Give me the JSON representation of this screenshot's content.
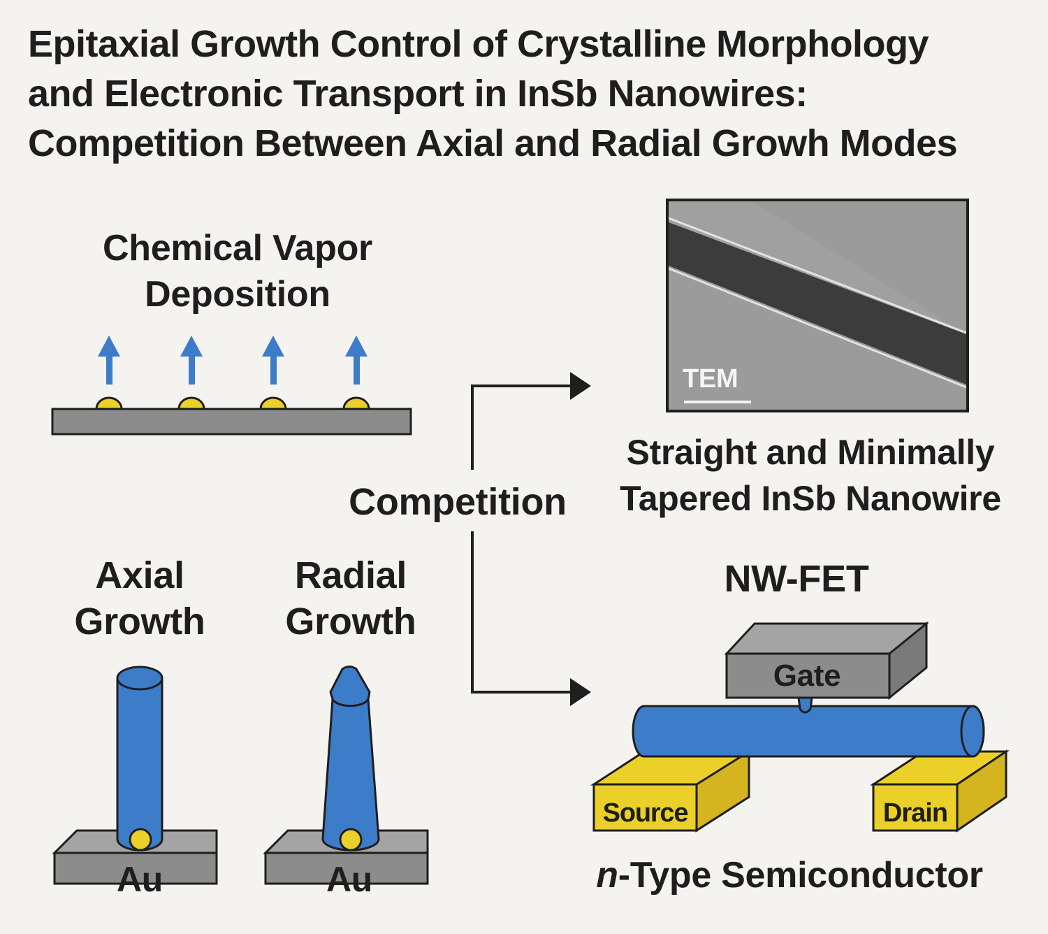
{
  "title": {
    "line1": "Epitaxial Growth Control of Crystalline Morphology",
    "line2": "and Electronic Transport in InSb Nanowires:",
    "line3": "Competition Between Axial and Radial Growh Modes"
  },
  "cvd": {
    "line1": "Chemical Vapor",
    "line2": "Deposition"
  },
  "competition": "Competition",
  "axial": {
    "line1": "Axial",
    "line2": "Growth",
    "catalyst": "Au"
  },
  "radial": {
    "line1": "Radial",
    "line2": "Growth",
    "catalyst": "Au"
  },
  "tem": {
    "label": "TEM"
  },
  "nanowire": {
    "line1": "Straight and Minimally",
    "line2": "Tapered InSb Nanowire"
  },
  "fet": {
    "title": "NW-FET",
    "gate": "Gate",
    "source": "Source",
    "drain": "Drain",
    "type_prefix": "n",
    "type_suffix": "-Type Semiconductor"
  },
  "colors": {
    "nanowire_blue": "#3d7cc9",
    "gold_electrode": "#ecd02a",
    "substrate_gray": "#8c8c8c",
    "arrow_blue": "#3d7cc9",
    "outline": "#1e1e1e"
  }
}
